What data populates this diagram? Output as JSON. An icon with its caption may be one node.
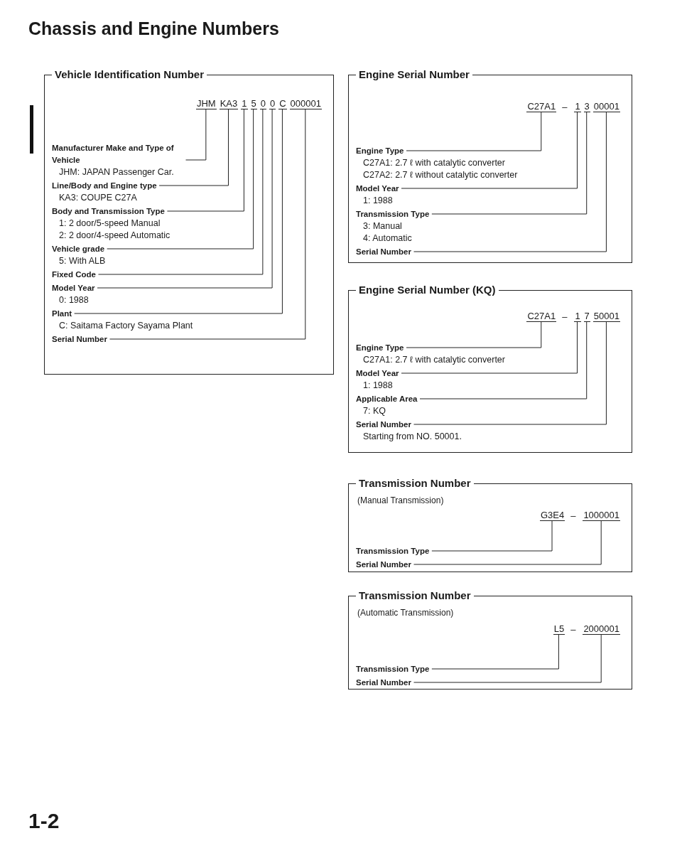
{
  "diagram": {
    "title": "Chassis and Engine Numbers",
    "nodes": [
      {
        "text": [
          "Vehicle Identification Number"
        ]
      },
      {
        "text": [
          "JHM"
        ],
        "in": 0
      },
      {
        "text": [
          "KA3"
        ],
        "in": 0
      },
      {
        "text": [
          "1"
        ],
        "in": 0
      },
      {
        "text": [
          "5"
        ],
        "in": 0
      },
      {
        "text": [
          "0"
        ],
        "in": 0
      },
      {
        "text": [
          "0"
        ],
        "in": 0
      },
      {
        "text": [
          "C"
        ],
        "in": 0
      },
      {
        "text": [
          "000001"
        ],
        "in": 0
      },
      {
        "text": [
          "Manufacturer Make and Type of Vehicle",
          "JHM: JAPAN Passenger Car."
        ],
        "in": 0
      },
      {
        "text": [
          "Line/Body and Engine type",
          "KA3: COUPE C27A"
        ],
        "in": 0
      },
      {
        "text": [
          "Body and Transmission Type",
          "1: 2 door/5-speed Manual",
          "2: 2 door/4-speed Automatic"
        ],
        "in": 0
      },
      {
        "text": [
          "Vehicle grade",
          "5: With ALB"
        ],
        "in": 0
      },
      {
        "text": [
          "Fixed Code"
        ],
        "in": 0
      },
      {
        "text": [
          "Model Year",
          "0: 1988"
        ],
        "in": 0
      },
      {
        "text": [
          "Plant",
          "C: Saitama Factory Sayama Plant"
        ],
        "in": 0
      },
      {
        "text": [
          "Serial Number"
        ],
        "in": 0
      },
      {
        "text": [
          "Engine Serial Number"
        ]
      },
      {
        "text": [
          "C27A1"
        ],
        "in": 17
      },
      {
        "text": [
          "1"
        ],
        "in": 17
      },
      {
        "text": [
          "3"
        ],
        "in": 17
      },
      {
        "text": [
          "00001"
        ],
        "in": 17
      },
      {
        "text": [
          "Engine Type",
          "C27A1: 2.7 ℓ with catalytic converter",
          "C27A2: 2.7 ℓ without catalytic converter"
        ],
        "in": 17
      },
      {
        "text": [
          "Model Year",
          "1: 1988"
        ],
        "in": 17
      },
      {
        "text": [
          "Transmission Type",
          "3: Manual",
          "4: Automatic"
        ],
        "in": 17
      },
      {
        "text": [
          "Serial Number"
        ],
        "in": 17
      },
      {
        "text": [
          "Engine Serial Number (KQ)"
        ]
      },
      {
        "text": [
          "C27A1"
        ],
        "in": 26
      },
      {
        "text": [
          "1"
        ],
        "in": 26
      },
      {
        "text": [
          "7"
        ],
        "in": 26
      },
      {
        "text": [
          "50001"
        ],
        "in": 26
      },
      {
        "text": [
          "Engine Type",
          "C27A1: 2.7 ℓ with catalytic converter"
        ],
        "in": 26
      },
      {
        "text": [
          "Model Year",
          "1: 1988"
        ],
        "in": 26
      },
      {
        "text": [
          "Applicable Area",
          "7: KQ"
        ],
        "in": 26
      },
      {
        "text": [
          "Serial Number",
          "Starting from NO. 50001."
        ],
        "in": 26
      },
      {
        "text": [
          "Transmission Number",
          "(Manual Transmission)"
        ]
      },
      {
        "text": [
          "G3E4"
        ],
        "in": 35
      },
      {
        "text": [
          "1000001"
        ],
        "in": 35
      },
      {
        "text": [
          "Transmission Type"
        ],
        "in": 35
      },
      {
        "text": [
          "Serial Number"
        ],
        "in": 35
      },
      {
        "text": [
          "Transmission Number",
          "(Automatic Transmission)"
        ]
      },
      {
        "text": [
          "L5"
        ],
        "in": 40
      },
      {
        "text": [
          "2000001"
        ],
        "in": 40
      },
      {
        "text": [
          "Transmission Type"
        ],
        "in": 40
      },
      {
        "text": [
          "Serial Number"
        ],
        "in": 40
      }
    ],
    "edges": [
      {
        "from": 9,
        "to": 1,
        "arrow": "none"
      },
      {
        "from": 10,
        "to": 2,
        "arrow": "none"
      },
      {
        "from": 11,
        "to": 3,
        "arrow": "none"
      },
      {
        "from": 12,
        "to": 4,
        "arrow": "none"
      },
      {
        "from": 13,
        "to": 5,
        "arrow": "none"
      },
      {
        "from": 14,
        "to": 6,
        "arrow": "none"
      },
      {
        "from": 15,
        "to": 7,
        "arrow": "none"
      },
      {
        "from": 16,
        "to": 8,
        "arrow": "none"
      },
      {
        "from": 22,
        "to": 18,
        "arrow": "none"
      },
      {
        "from": 23,
        "to": 19,
        "arrow": "none"
      },
      {
        "from": 24,
        "to": 20,
        "arrow": "none"
      },
      {
        "from": 25,
        "to": 21,
        "arrow": "none"
      },
      {
        "from": 31,
        "to": 27,
        "arrow": "none"
      },
      {
        "from": 32,
        "to": 28,
        "arrow": "none"
      },
      {
        "from": 33,
        "to": 29,
        "arrow": "none"
      },
      {
        "from": 34,
        "to": 30,
        "arrow": "none"
      },
      {
        "from": 38,
        "to": 36,
        "arrow": "none"
      },
      {
        "from": 39,
        "to": 37,
        "arrow": "none"
      },
      {
        "from": 43,
        "to": 41,
        "arrow": "none"
      },
      {
        "from": 44,
        "to": 42,
        "arrow": "none"
      }
    ],
    "labels": [
      "–",
      "–",
      "–",
      "–",
      "1-2"
    ]
  }
}
